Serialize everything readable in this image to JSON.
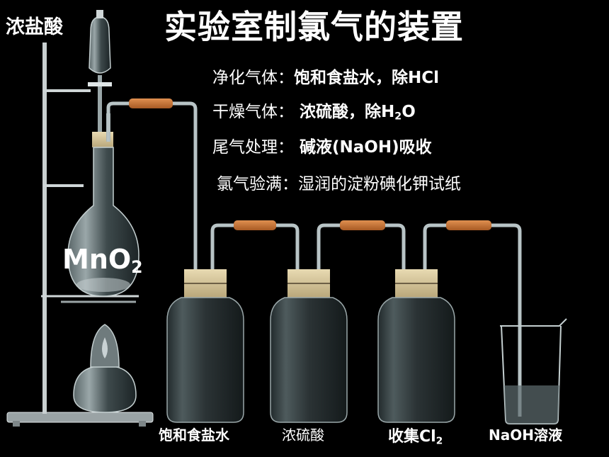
{
  "title": "实验室制氯气的装置",
  "reagent_top": "浓盐酸",
  "flask_solid": {
    "main": "MnO",
    "sub": "2"
  },
  "notes": [
    {
      "key": "净化气体：",
      "value": "饱和食盐水，除HCl",
      "sub": "",
      "tail": ""
    },
    {
      "key": "干燥气体：",
      "value": " 浓硫酸，除H",
      "sub": "2",
      "tail": "O"
    },
    {
      "key": "尾气处理：",
      "value": " 碱液(NaOH)吸收",
      "sub": "",
      "tail": ""
    },
    {
      "key": "氯气验满：",
      "value": "湿润的淀粉碘化钾试纸",
      "sub": "",
      "tail": ""
    }
  ],
  "captions": [
    {
      "main": "饱和食盐水",
      "sub": ""
    },
    {
      "main": "浓硫酸",
      "sub": ""
    },
    {
      "main": "收集Cl",
      "sub": "2"
    },
    {
      "main": "NaOH溶液",
      "sub": ""
    }
  ],
  "colors": {
    "background": "#000000",
    "text": "#ffffff",
    "glass": "#7f8f92",
    "rubber_tube": "#c8763a",
    "cork": "#d9c9a0"
  }
}
